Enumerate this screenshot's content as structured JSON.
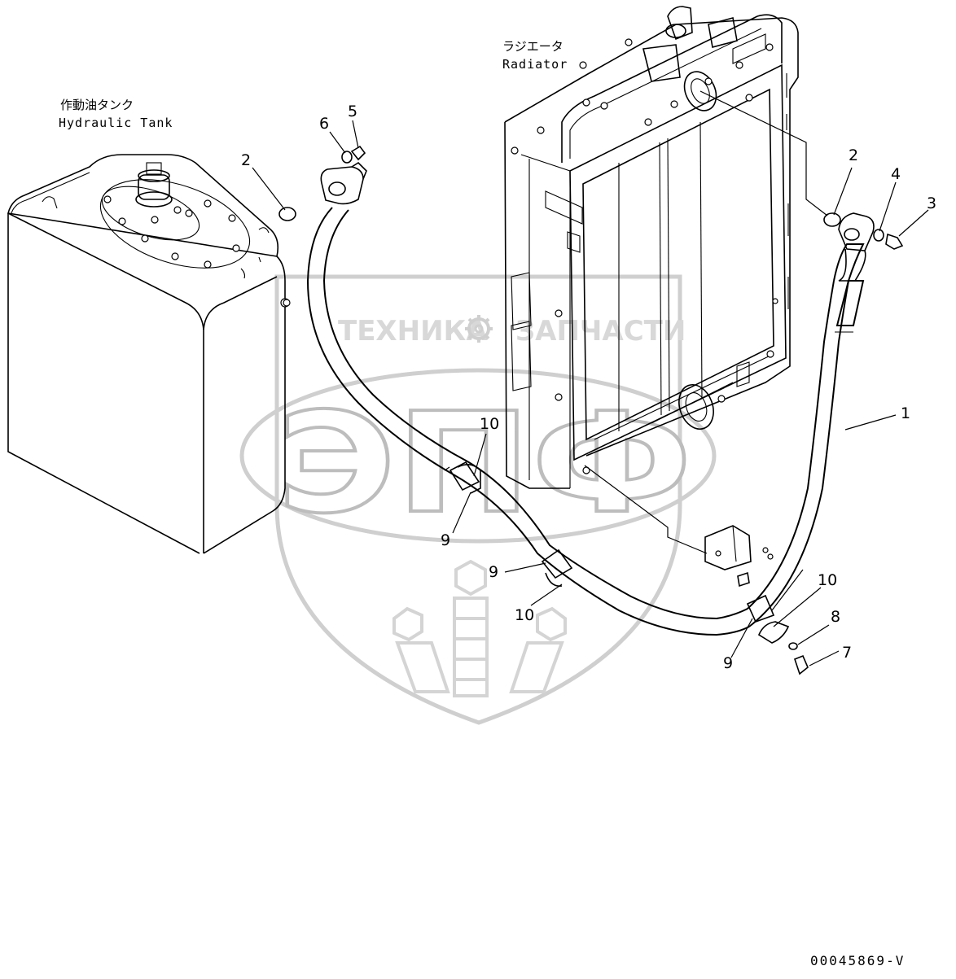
{
  "labels": {
    "tank_jp": "作動油タンク",
    "tank_en": "Hydraulic Tank",
    "radiator_jp": "ラジエータ",
    "radiator_en": "Radiator"
  },
  "watermark": {
    "left_text": "ТЕХНИКА",
    "right_text": "ЗАПЧАСТИ",
    "big_letters": "ЭПФ"
  },
  "callouts": {
    "c1": "1",
    "c2_left": "2",
    "c2_right": "2",
    "c3": "3",
    "c4": "4",
    "c5": "5",
    "c6": "6",
    "c7": "7",
    "c8": "8",
    "c9_a": "9",
    "c9_b": "9",
    "c9_c": "9",
    "c10_a": "10",
    "c10_b": "10",
    "c10_c": "10"
  },
  "doc_id": "00045869-V"
}
